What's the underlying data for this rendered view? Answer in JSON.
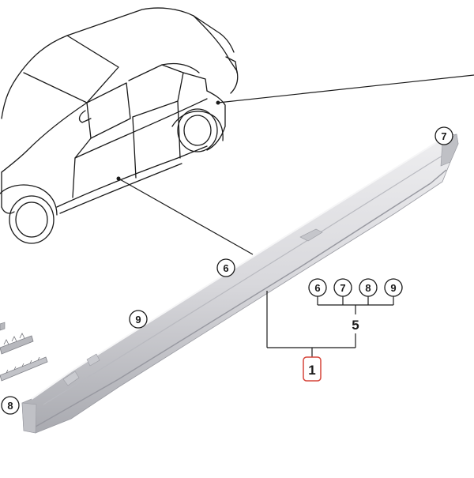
{
  "callouts": {
    "part_6_on_sill": "6",
    "part_7_on_sill": "7",
    "part_9_on_sill": "9",
    "part_8_on_bracket": "8",
    "group_6": "6",
    "group_7": "7",
    "group_8": "8",
    "group_9": "9",
    "group_total": "5",
    "main_part": "1"
  },
  "colors": {
    "line": "#1a1a1a",
    "highlight_box": "#d6453a",
    "panel_face": "#d8d8dc",
    "panel_shadow": "#a9aab0",
    "panel_light": "#eeeef0"
  }
}
